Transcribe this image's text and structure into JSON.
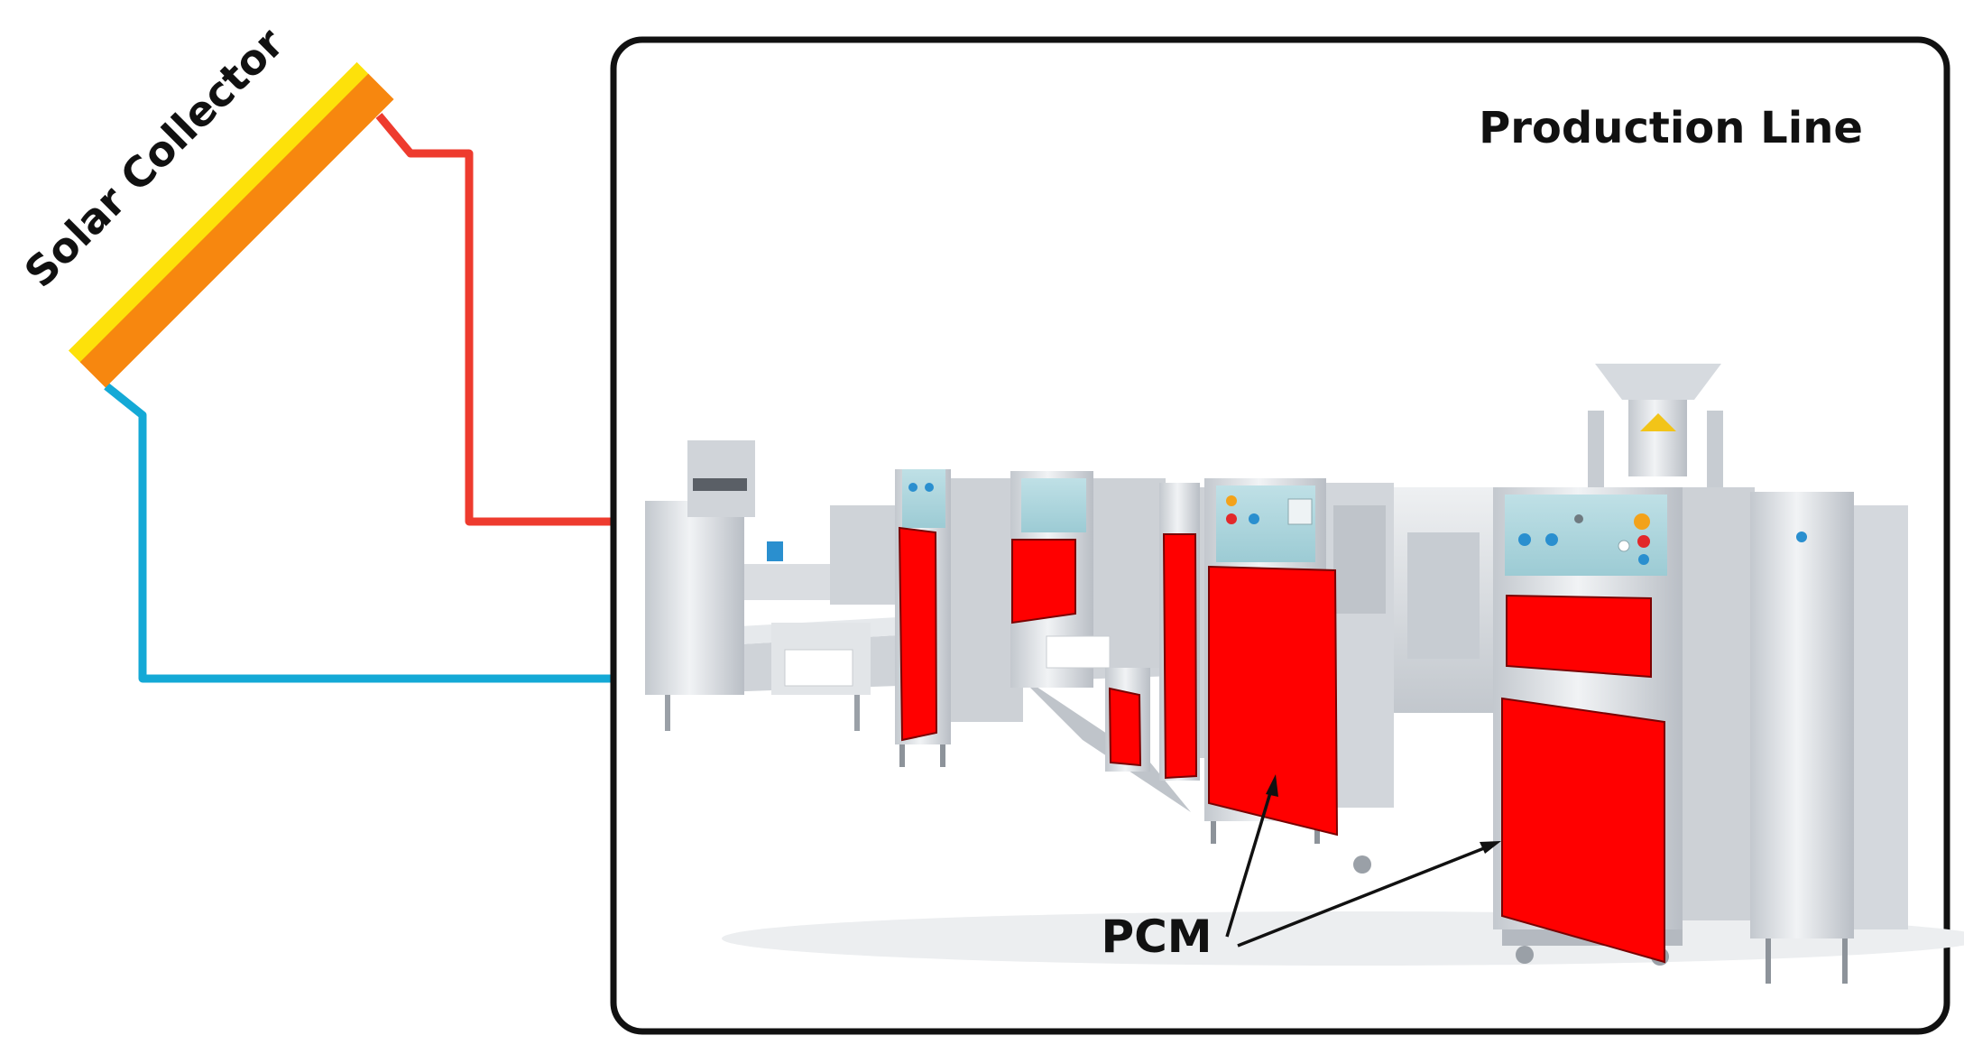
{
  "labels": {
    "solar_collector": "Solar Collector",
    "production_line": "Production Line",
    "pcm": "PCM"
  },
  "colors": {
    "hot_pipe": "#ee3b2e",
    "cold_pipe": "#14a9d6",
    "collector_body": "#f7870f",
    "collector_edge": "#fde10a",
    "pcm_panel": "#ff0000",
    "frame": "#111111",
    "steel": "#d9dde2"
  }
}
